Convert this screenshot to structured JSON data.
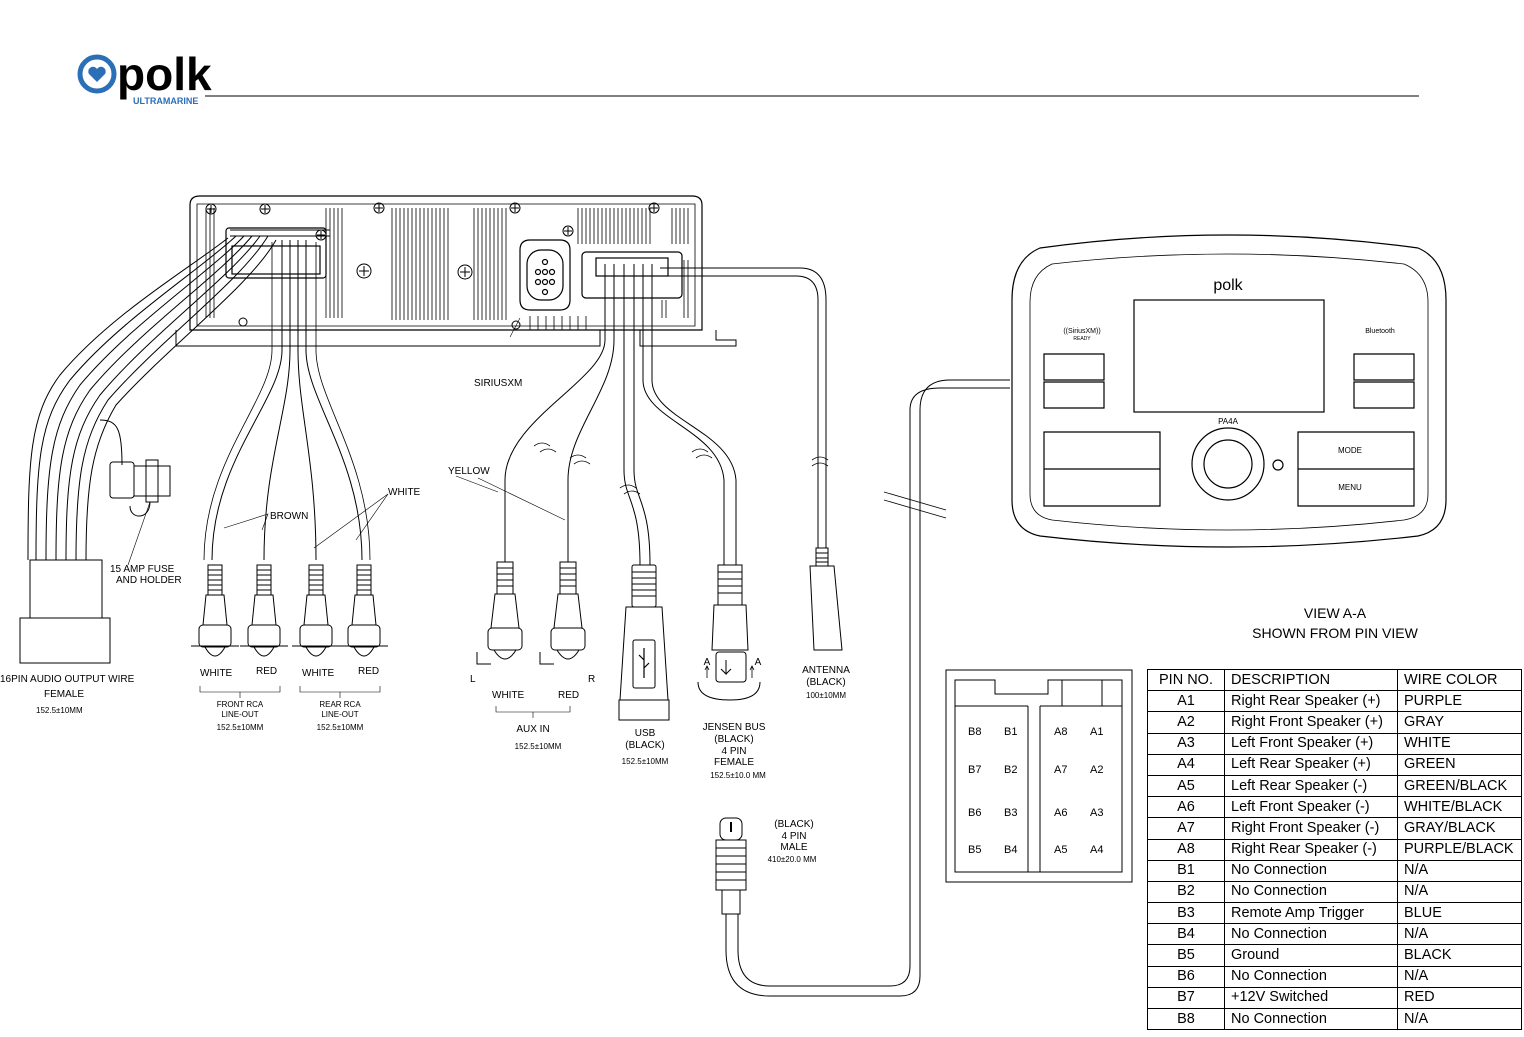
{
  "brand": {
    "name": "polk",
    "sub": "ULTRAMARINE"
  },
  "labels": {
    "siriusxm": "SIRIUSXM",
    "fuse_1": "15 AMP FUSE",
    "fuse_2": "AND HOLDER",
    "brown": "BROWN",
    "white_top": "WHITE",
    "yellow": "YELLOW",
    "harness_1": "16PIN AUDIO OUTPUT WIRE",
    "harness_2": "FEMALE",
    "harness_len": "152.5±10MM",
    "rca1_white": "WHITE",
    "rca1_red": "RED",
    "rca2_white": "WHITE",
    "rca2_red": "RED",
    "front_rca_1": "FRONT RCA",
    "front_rca_2": "LINE-OUT",
    "front_rca_len": "152.5±10MM",
    "rear_rca_1": "REAR RCA",
    "rear_rca_2": "LINE-OUT",
    "rear_rca_len": "152.5±10MM",
    "aux_l": "L",
    "aux_r": "R",
    "aux_white": "WHITE",
    "aux_red": "RED",
    "aux_in": "AUX IN",
    "aux_len": "152.5±10MM",
    "usb_1": "USB",
    "usb_2": "(BLACK)",
    "usb_len": "152.5±10MM",
    "jb_a1": "A",
    "jb_a2": "A",
    "jb_1": "JENSEN BUS",
    "jb_2": "(BLACK)",
    "jb_3": "4 PIN",
    "jb_4": "FEMALE",
    "jb_len": "152.5±10.0 MM",
    "ant_1": "ANTENNA",
    "ant_2": "(BLACK)",
    "ant_len": "100±10MM",
    "male_1": "(BLACK)",
    "male_2": "4 PIN",
    "male_3": "MALE",
    "male_len": "410±20.0 MM",
    "remote_brand": "polk",
    "remote_model": "PA4A",
    "remote_mode": "MODE",
    "remote_menu": "MENU",
    "remote_sirius": "((SiriusXM))",
    "remote_ready": "READY",
    "remote_bt": "Bluetooth",
    "view_1": "VIEW A-A",
    "view_2": "SHOWN FROM PIN VIEW"
  },
  "connector_pins": {
    "left": [
      [
        "B8",
        "B1"
      ],
      [
        "B7",
        "B2"
      ],
      [
        "B6",
        "B3"
      ],
      [
        "B5",
        "B4"
      ]
    ],
    "right": [
      [
        "A8",
        "A1"
      ],
      [
        "A7",
        "A2"
      ],
      [
        "A6",
        "A3"
      ],
      [
        "A5",
        "A4"
      ]
    ]
  },
  "pin_table": {
    "headers": [
      "PIN NO.",
      "DESCRIPTION",
      "WIRE COLOR"
    ],
    "rows": [
      [
        "A1",
        "Right Rear Speaker (+)",
        "PURPLE"
      ],
      [
        "A2",
        "Right Front Speaker (+)",
        "GRAY"
      ],
      [
        "A3",
        "Left Front Speaker (+)",
        "WHITE"
      ],
      [
        "A4",
        "Left Rear Speaker (+)",
        "GREEN"
      ],
      [
        "A5",
        "Left Rear Speaker (-)",
        "GREEN/BLACK"
      ],
      [
        "A6",
        "Left Front Speaker (-)",
        "WHITE/BLACK"
      ],
      [
        "A7",
        "Right Front Speaker (-)",
        "GRAY/BLACK"
      ],
      [
        "A8",
        "Right Rear Speaker (-)",
        "PURPLE/BLACK"
      ],
      [
        "B1",
        "No Connection",
        "N/A"
      ],
      [
        "B2",
        "No Connection",
        "N/A"
      ],
      [
        "B3",
        "Remote Amp Trigger",
        "BLUE"
      ],
      [
        "B4",
        "No Connection",
        "N/A"
      ],
      [
        "B5",
        "Ground",
        "BLACK"
      ],
      [
        "B6",
        "No Connection",
        "N/A"
      ],
      [
        "B7",
        "+12V Switched",
        "RED"
      ],
      [
        "B8",
        "No Connection",
        "N/A"
      ]
    ]
  },
  "colors": {
    "logo_blue": "#2b6fb6",
    "line": "#000000"
  }
}
